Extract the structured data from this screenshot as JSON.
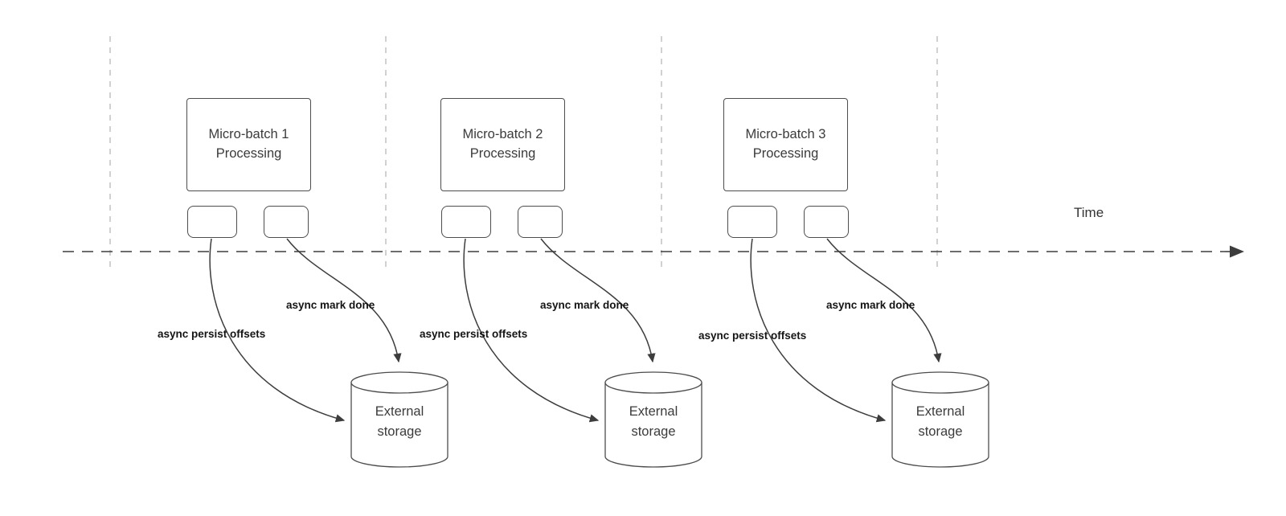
{
  "colors": {
    "stroke": "#3d3d3d",
    "guide": "#b8b8b8",
    "text": "#3b3b3b",
    "label_text": "#141414"
  },
  "timeline": {
    "label": "Time"
  },
  "batches": [
    {
      "title": "Micro-batch 1 Processing",
      "persist_label": "async persist offsets",
      "markdone_label": "async mark done",
      "storage_label": "External storage"
    },
    {
      "title": "Micro-batch 2 Processing",
      "persist_label": "async persist offsets",
      "markdone_label": "async mark done",
      "storage_label": "External storage"
    },
    {
      "title": "Micro-batch 3 Processing",
      "persist_label": "async persist offsets",
      "markdone_label": "async mark done",
      "storage_label": "External storage"
    }
  ]
}
